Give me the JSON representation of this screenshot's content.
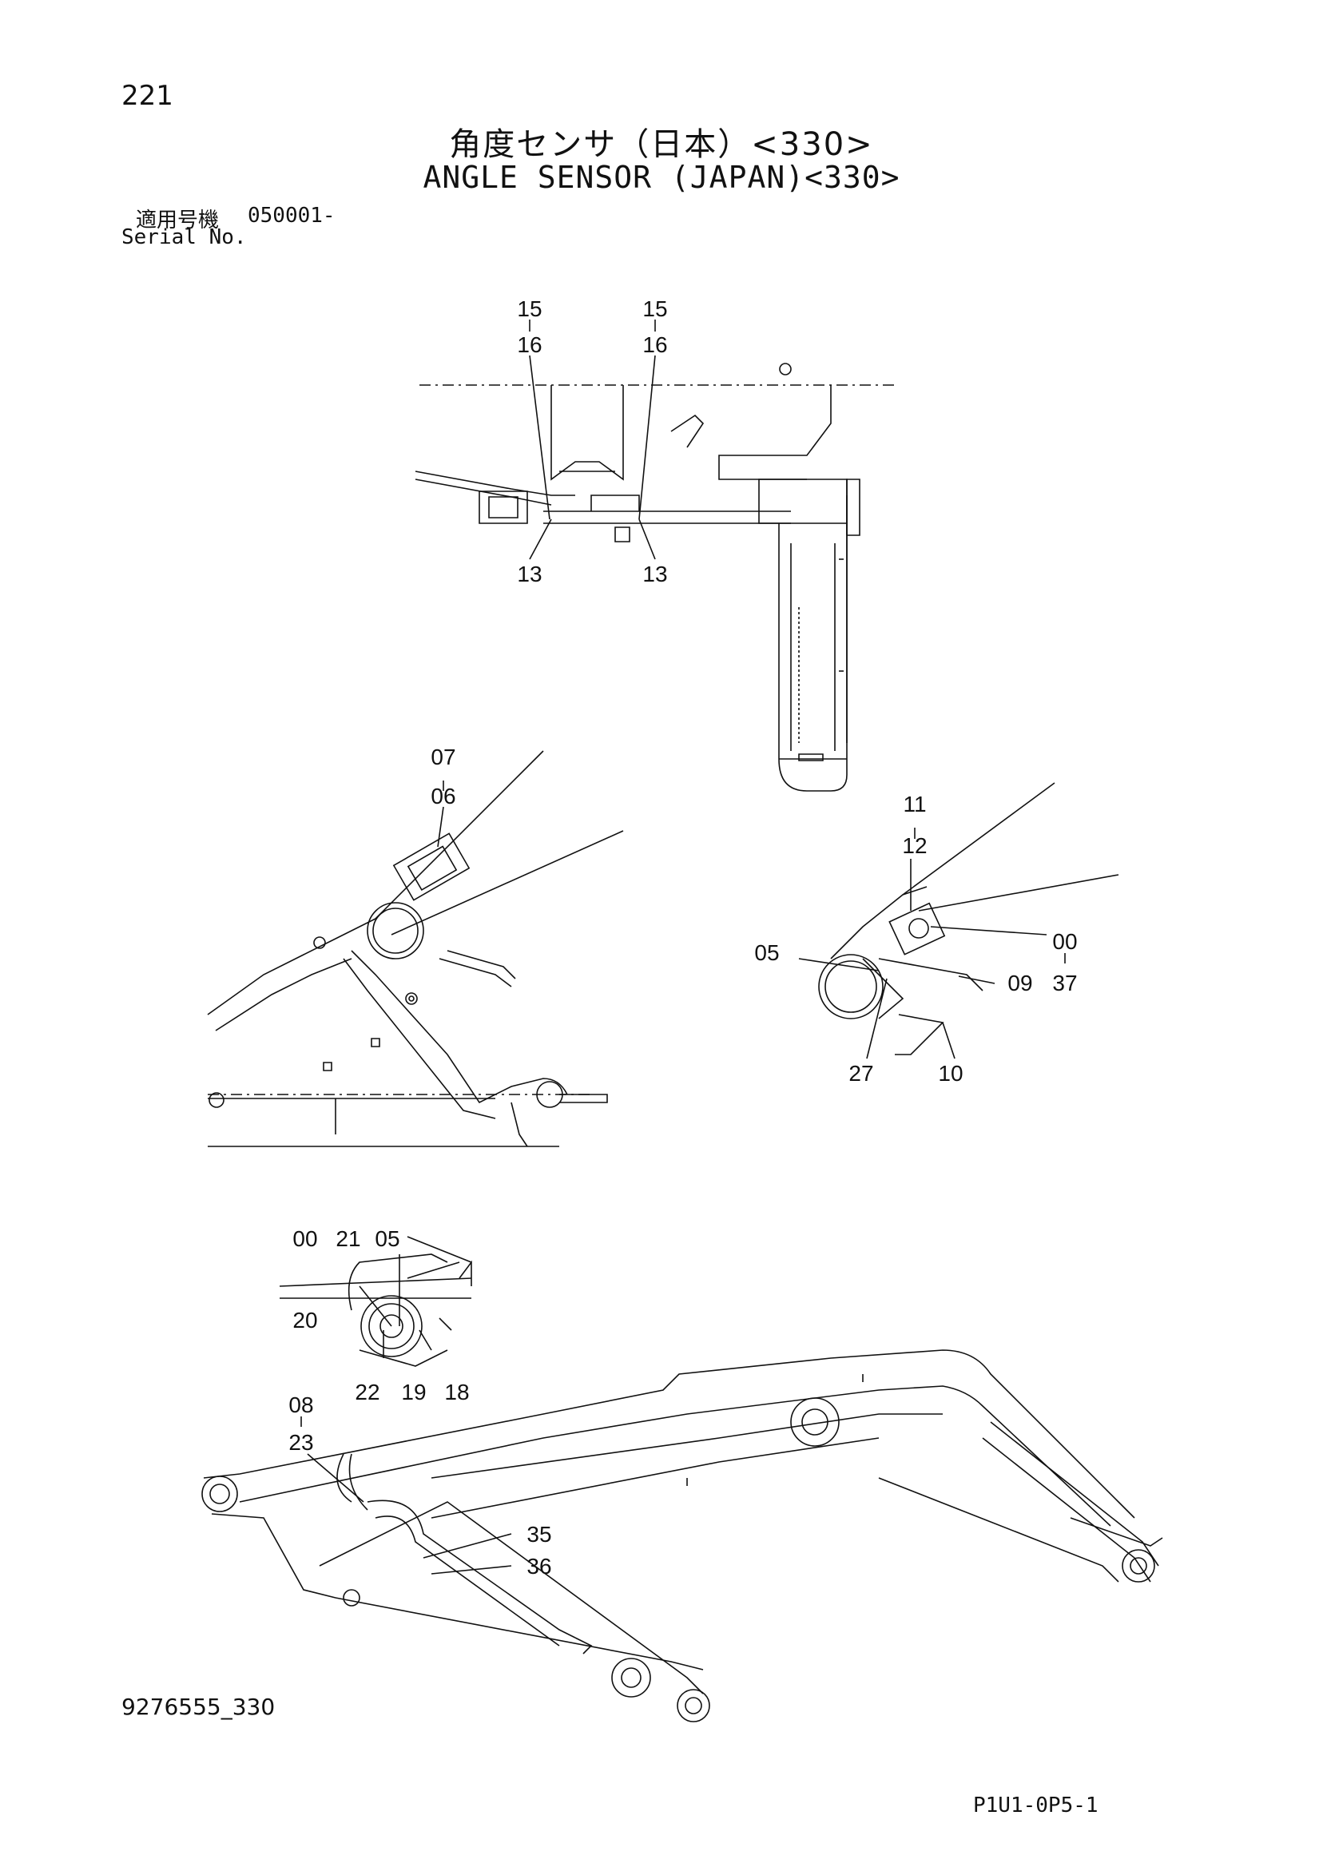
{
  "page_number": "221",
  "title_jp": "角度センサ（日本）<330>",
  "title_en": "ANGLE SENSOR (JAPAN)<330>",
  "serial": {
    "label_jp": "適用号機",
    "range": "050001-",
    "label_en": "Serial No."
  },
  "drawing_number": "9276555_330",
  "page_code": "P1U1-0P5-1",
  "callouts": {
    "top": [
      "15",
      "16",
      "15",
      "16",
      "13",
      "13"
    ],
    "middle_left": [
      "07",
      "06"
    ],
    "middle_right": [
      "11",
      "12",
      "05",
      "00",
      "37",
      "09",
      "27",
      "10"
    ],
    "bottom": [
      "00",
      "21",
      "05",
      "20",
      "22",
      "19",
      "18",
      "08",
      "23",
      "35",
      "36"
    ]
  }
}
